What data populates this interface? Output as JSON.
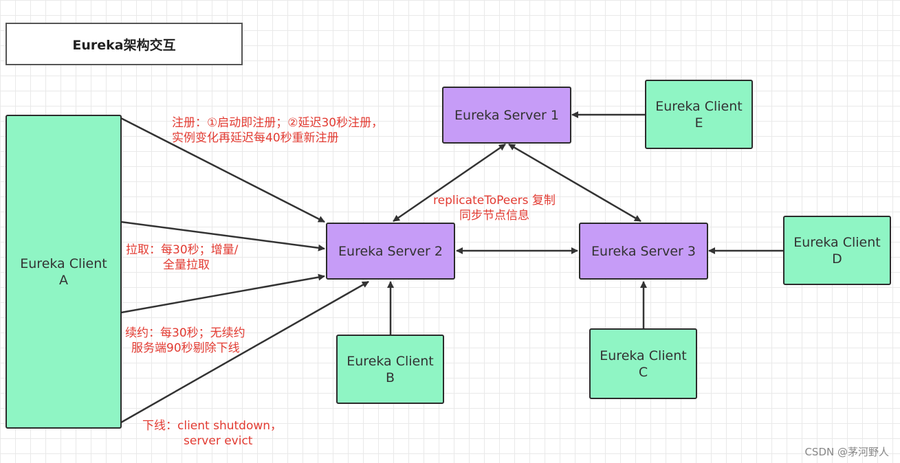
{
  "title": "Eureka架构交互",
  "nodes": {
    "client_a": [
      "Eureka Client",
      "A"
    ],
    "client_b": [
      "Eureka Client",
      "B"
    ],
    "client_c": [
      "Eureka Client",
      "C"
    ],
    "client_d": [
      "Eureka Client",
      "D"
    ],
    "client_e": [
      "Eureka Client",
      "E"
    ],
    "server_1": "Eureka Server 1",
    "server_2": "Eureka Server 2",
    "server_3": "Eureka Server 3"
  },
  "labels": {
    "register": [
      "注册：①启动即注册；②延迟30秒注册，",
      "实例变化再延迟每40秒重新注册"
    ],
    "fetch": [
      "拉取：每30秒；增量/",
      "全量拉取"
    ],
    "renew": [
      "续约：每30秒；无续约",
      "服务端90秒剔除下线"
    ],
    "offline": [
      "下线：client shutdown，",
      "server evict"
    ],
    "replicate": [
      "replicateToPeers 复制",
      "同步节点信息"
    ]
  },
  "watermark": "CSDN @茅河野人",
  "colors": {
    "client": "#8ff5c4",
    "server": "#c69cf7",
    "label": "#e23b32",
    "arrow": "#333333"
  }
}
